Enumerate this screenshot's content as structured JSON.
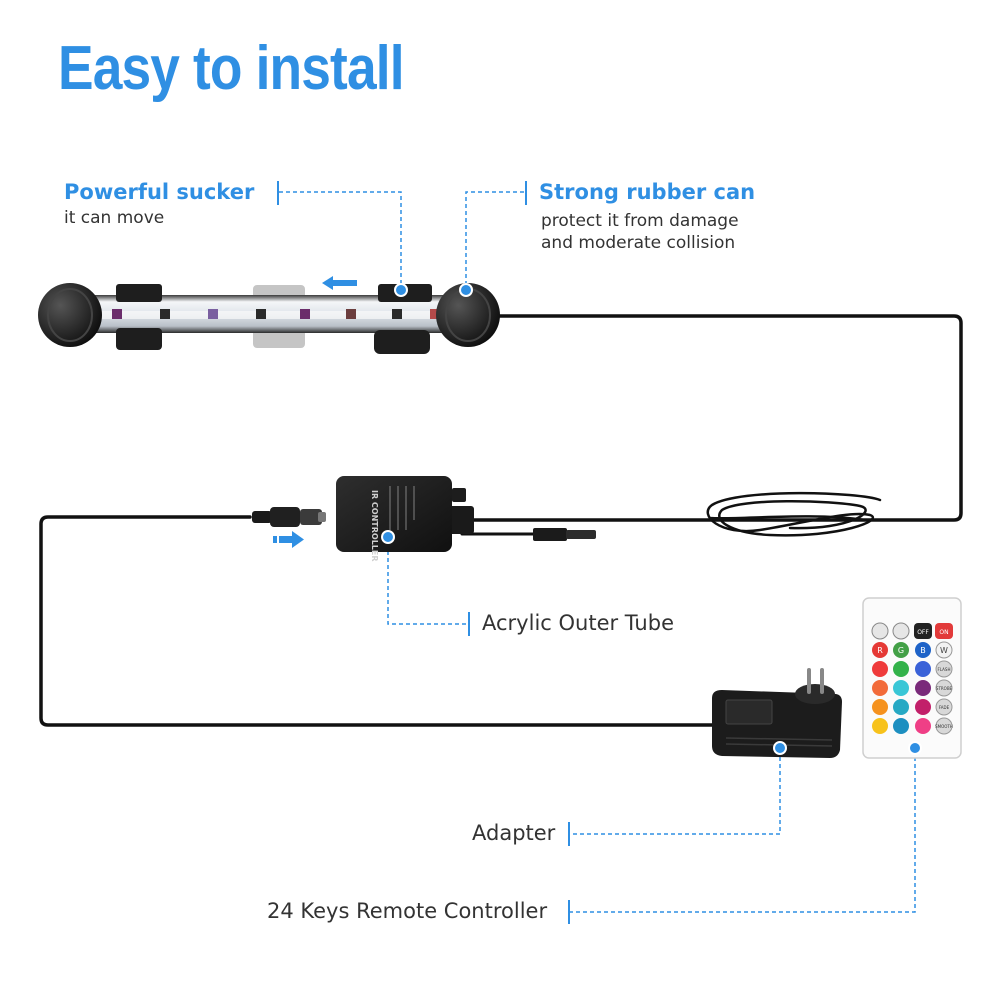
{
  "title": "Easy to install",
  "callouts": {
    "sucker": {
      "title": "Powerful sucker",
      "text": "it can move"
    },
    "rubber": {
      "title": "Strong rubber can",
      "line1": "protect it from damage",
      "line2": "and moderate collision"
    }
  },
  "labels": {
    "tube": "Acrylic Outer Tube",
    "adapter": "Adapter",
    "remote": "24 Keys Remote Controller"
  },
  "controller_box": {
    "text": "IR CONTROLLER"
  },
  "remote": {
    "row1": [
      "OFF",
      "ON"
    ],
    "row2": [
      "R",
      "G",
      "B",
      "W"
    ],
    "side": [
      "FLASH",
      "STROBE",
      "FADE",
      "SMOOTH"
    ]
  },
  "colors": {
    "accent": "#2f8fe3",
    "cable": "#111111"
  }
}
